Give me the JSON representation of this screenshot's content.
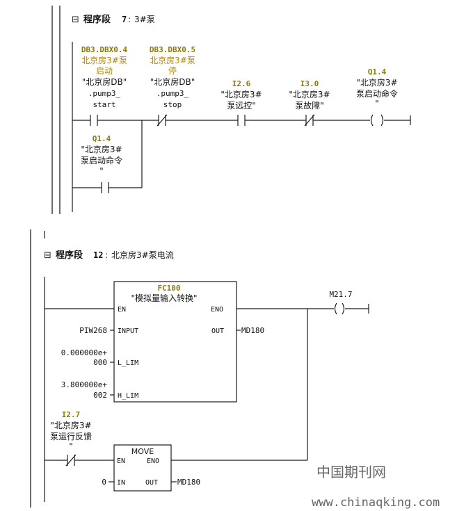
{
  "network7": {
    "collapse": "⊟",
    "heading": "程序段",
    "number": "7",
    "colon": ":",
    "comment": "3#泵",
    "contacts": [
      {
        "address": "DB3.DBX0.4",
        "symbol_l1": "北京房3#泵",
        "symbol_l2": "启动",
        "db_l1": "\"北京房DB\"",
        "db_l2": ".pump3_",
        "db_l3": "start",
        "type": "NO"
      },
      {
        "address": "DB3.DBX0.5",
        "symbol_l1": "北京房3#泵",
        "symbol_l2": "停",
        "db_l1": "\"北京房DB\"",
        "db_l2": ".pump3_",
        "db_l3": "stop",
        "type": "NC"
      },
      {
        "address": "I2.6",
        "symbol_l1": "\"北京房3#",
        "symbol_l2": "泵远控\"",
        "type": "NO"
      },
      {
        "address": "I3.0",
        "symbol_l1": "\"北京房3#",
        "symbol_l2": "泵故障\"",
        "type": "NC"
      }
    ],
    "coil": {
      "address": "Q1.4",
      "symbol_l1": "\"北京房3#",
      "symbol_l2": "泵启动命令",
      "symbol_l3": "\""
    },
    "branch_contact": {
      "address": "Q1.4",
      "symbol_l1": "\"北京房3#",
      "symbol_l2": "泵启动命令",
      "symbol_l3": "\"",
      "type": "NO"
    }
  },
  "network12": {
    "collapse": "⊟",
    "heading": "程序段",
    "number": "12",
    "colon": ":",
    "comment": "北京房3#泵电流",
    "fc": {
      "name": "FC100",
      "title": "\"模拟量输入转换\"",
      "en": "EN",
      "eno": "ENO",
      "input_pin": "INPUT",
      "out_pin": "OUT",
      "llim_pin": "L_LIM",
      "hlim_pin": "H_LIM",
      "input_value": "PIW268",
      "out_value": "MD180",
      "llim_l1": "0.000000e+",
      "llim_l2": "000",
      "hlim_l1": "3.800000e+",
      "hlim_l2": "002"
    },
    "coil": {
      "address": "M21.7"
    },
    "contact": {
      "address": "I2.7",
      "symbol_l1": "\"北京房3#",
      "symbol_l2": "泵运行反馈",
      "symbol_l3": "\"",
      "type": "NC"
    },
    "move": {
      "title": "MOVE",
      "en": "EN",
      "eno": "ENO",
      "in_pin": "IN",
      "out_pin": "OUT",
      "in_value": "0",
      "out_value": "MD180"
    }
  },
  "watermark": {
    "cn": "中国期刊网",
    "url": "www.chinaqking.com"
  }
}
